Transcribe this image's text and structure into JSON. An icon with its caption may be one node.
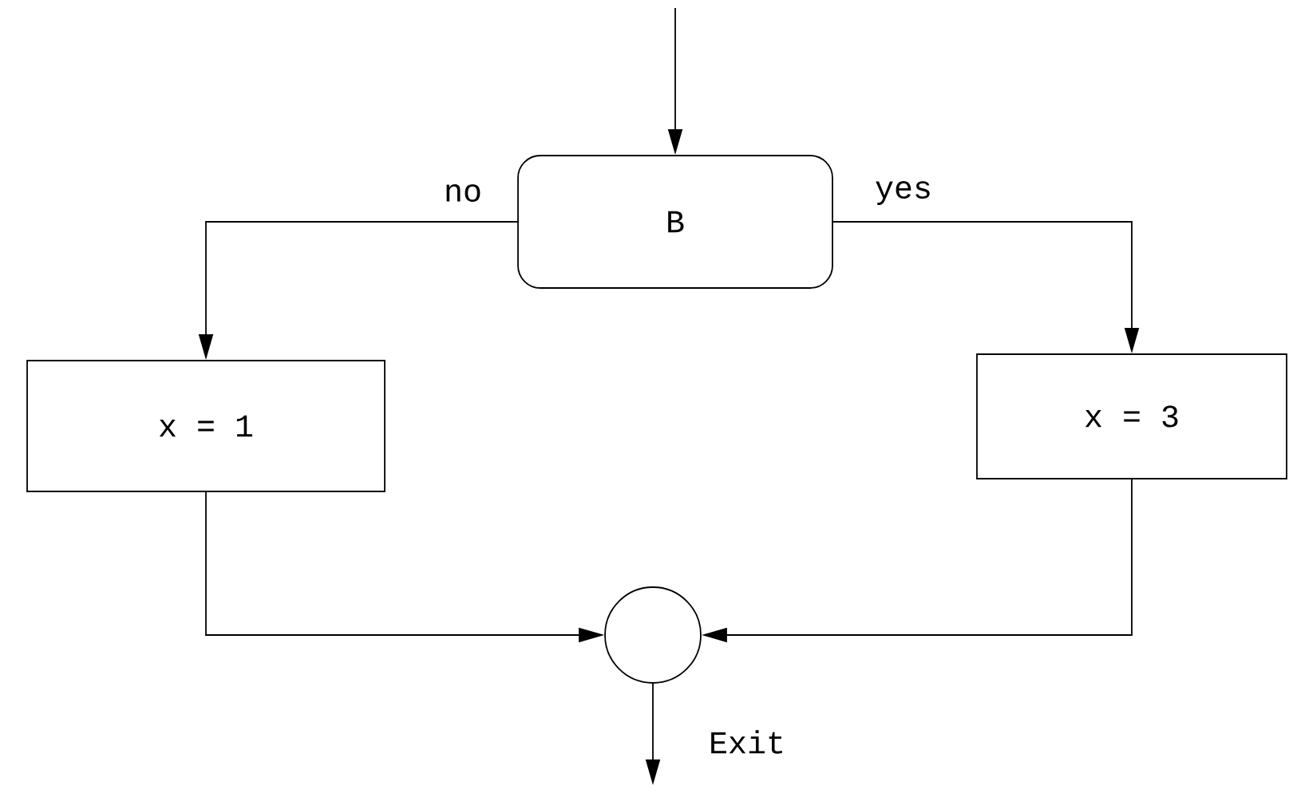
{
  "diagram": {
    "nodes": [
      {
        "text": [
          "B"
        ]
      },
      {
        "text": [
          "x = 1"
        ]
      },
      {
        "text": [
          "x = 3"
        ]
      },
      {
        "text": [],
        "shape": "circle"
      }
    ],
    "edges": [
      {
        "from": null,
        "to": 0,
        "arrow": "to"
      },
      {
        "from": 0,
        "to": 1,
        "arrow": "to",
        "label": "no"
      },
      {
        "from": 0,
        "to": 2,
        "arrow": "to",
        "label": "yes"
      },
      {
        "from": 1,
        "to": 3,
        "arrow": "to"
      },
      {
        "from": 2,
        "to": 3,
        "arrow": "to"
      },
      {
        "from": 3,
        "to": null,
        "arrow": "to",
        "label": "Exit"
      }
    ]
  }
}
